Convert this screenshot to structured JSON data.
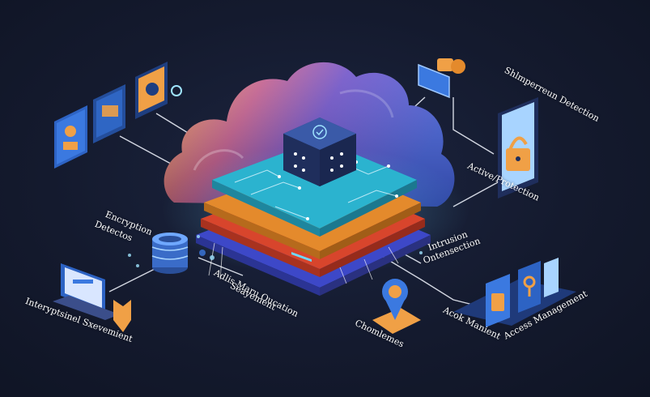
{
  "labels": {
    "top_right": "Shlmperreun Detection",
    "active_protection": "Active∕Protection",
    "encryption_line1": "Encryption",
    "encryption_line2": "Detectos",
    "intrusion_line1": "Intrusion",
    "intrusion_line2": "Ontensection",
    "data_line1": "Adlis Maru Oucation",
    "data_line2": "Seayement",
    "bottom_center": "Chomlemes",
    "acok": "Acok Manient",
    "access": "Access Management",
    "bottom_left": "Interyptsinel Sxevemient"
  },
  "colors": {
    "background": "#141a2e",
    "cloud_orange": "#f0a046",
    "cloud_purple": "#5a4cc8",
    "cloud_blue": "#3d5bd8",
    "layer_cyan": "#2bb3cf",
    "layer_orange": "#e48a2c",
    "layer_red": "#d8452c",
    "layer_indigo": "#3d48c8",
    "icon_blue": "#2d63c4",
    "icon_orange": "#f0a046"
  }
}
